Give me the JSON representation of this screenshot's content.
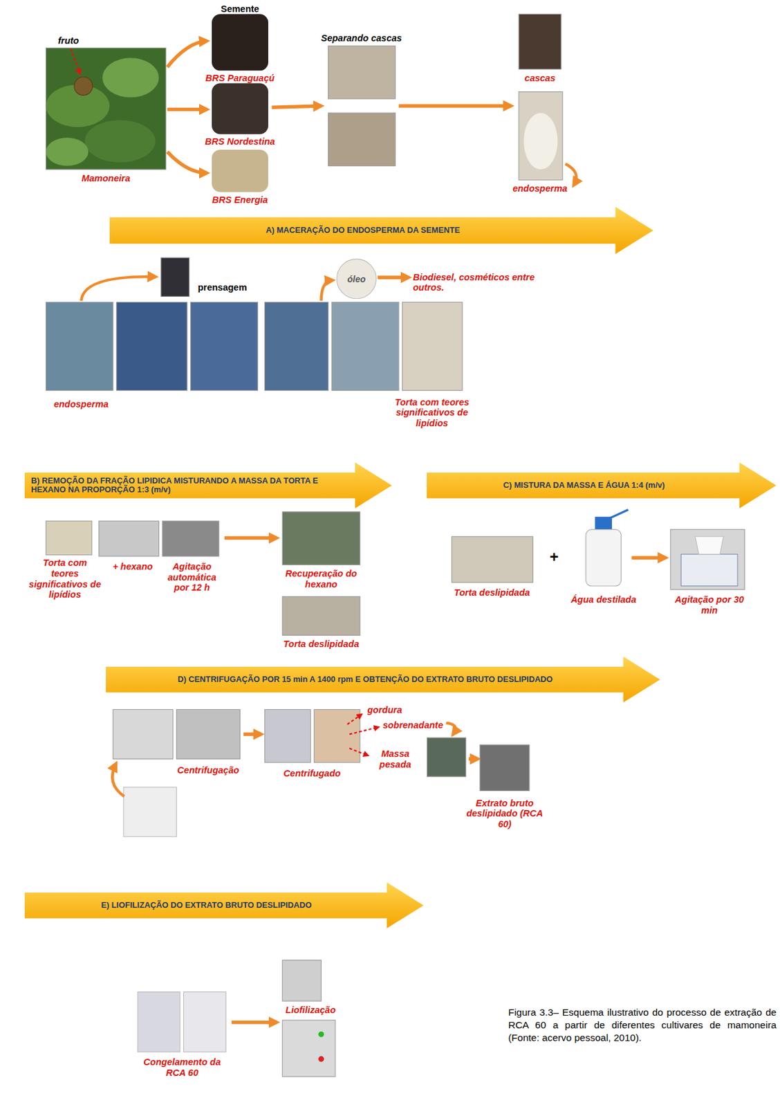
{
  "diagram": {
    "caption": "Figura 3.3– Esquema ilustrativo do processo de extração de RCA 60 a partir de diferentes cultivares de mamoneira (Fonte: acervo pessoal, 2010).",
    "nodes": [
      {
        "text": [
          "A) MACERAÇÃO DO ENDOSPERMA DA SEMENTE"
        ]
      },
      {
        "text": [
          "B) REMOÇÃO DA FRAÇÃO LIPIDICA MISTURANDO A MASSA DA TORTA E HEXANO NA PROPORÇÃO 1:3 (m/v)"
        ]
      },
      {
        "text": [
          "C) MISTURA DA MASSA E ÁGUA 1:4 (m/v)"
        ]
      },
      {
        "text": [
          "D) CENTRIFUGAÇÃO POR 15 min A 1400 rpm E OBTENÇÃO DO EXTRATO BRUTO DESLIPIDADO"
        ]
      },
      {
        "text": [
          "E) LIOFILIZAÇÃO DO EXTRATO BRUTO DESLIPIDADO"
        ]
      }
    ],
    "labels": [
      "Semente",
      "fruto",
      "Mamoneira",
      "BRS Paraguaçú",
      "BRS Nordestina",
      "BRS Energia",
      "Separando cascas",
      "cascas",
      "endosperma",
      "prensagem",
      "óleo",
      "Biodiesel, cosméticos entre outros.",
      "endosperma",
      "Torta com teores significativos de lipídios",
      "Torta com teores significativos de lipídios",
      "+ hexano",
      "Agitação automática por 12 h",
      "Recuperação do hexano",
      "Torta deslipidada",
      "Torta deslipidada",
      "+",
      "Água destilada",
      "Agitação por 30 min",
      "Centrifugação",
      "Centrifugado",
      "gordura",
      "sobrenadante",
      "Massa pesada",
      "Extrato bruto deslipidado (RCA 60)",
      "Congelamento da RCA 60",
      "Liofilização"
    ]
  }
}
